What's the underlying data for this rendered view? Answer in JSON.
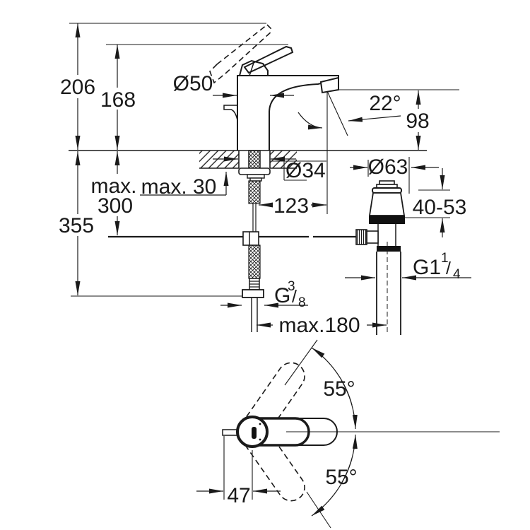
{
  "colors": {
    "ink": "#1a1a1a",
    "paper": "#ffffff"
  },
  "glyphs": {
    "fraction_slash": "/"
  },
  "front_view": {
    "dimensions": {
      "overall_height": "206",
      "handle_height": "168",
      "body_diameter": "Ø50",
      "stream_angle": "22°",
      "spout_height": "98",
      "max_prefix": "max.",
      "max_mounting_depth": "300",
      "max_deck_thickness": "max. 30",
      "depth_below_deck": "355",
      "hole_diameter": "Ø34",
      "spout_reach": "123",
      "hose_reach": "max.180"
    },
    "supply_thread": {
      "prefix": "G",
      "numerator": "3",
      "denominator": "8"
    }
  },
  "waste_view": {
    "flange_diameter": "Ø63",
    "clamping_range": "40-53",
    "thread": {
      "prefix": "G1",
      "numerator": "1",
      "denominator": "4"
    }
  },
  "plan_view": {
    "swivel_angle_upper": "55°",
    "swivel_angle_lower": "55°",
    "lever_offset": "47"
  }
}
